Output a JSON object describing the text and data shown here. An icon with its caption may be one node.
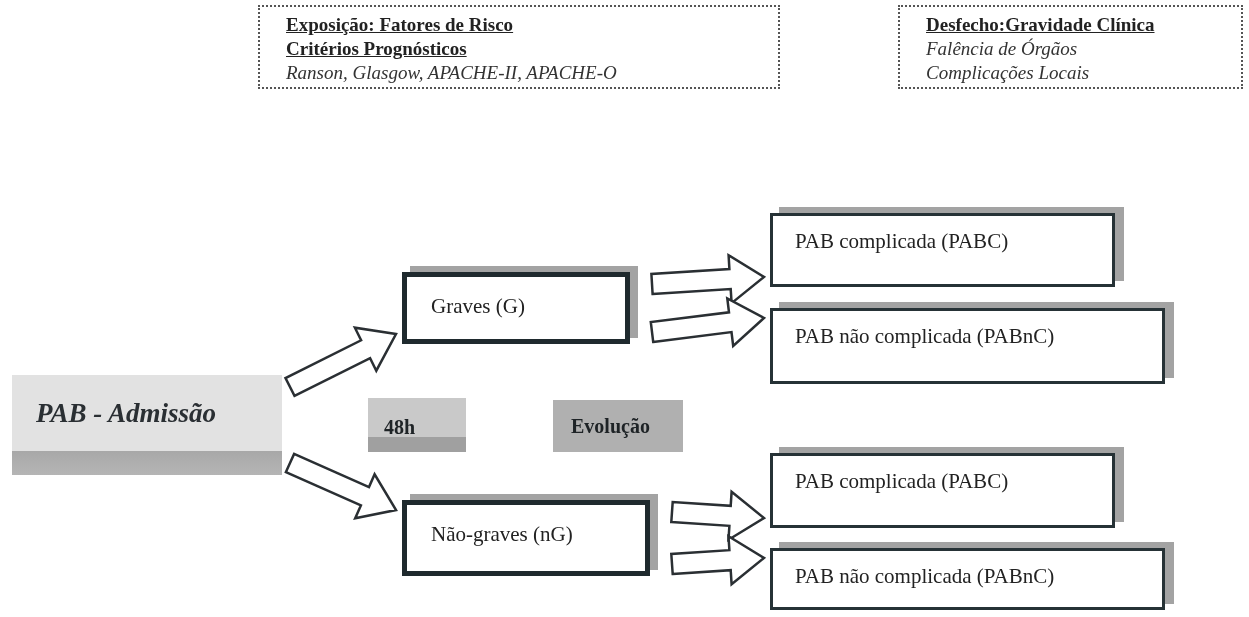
{
  "diagram": {
    "nodes": [
      {
        "text": [
          "Exposição: Fatores de Risco",
          "Critérios Prognósticos",
          "Ranson, Glasgow, APACHE-II, APACHE-O"
        ]
      },
      {
        "text": [
          "Desfecho:Gravidade Clínica",
          "Falência de Órgãos",
          "Complicações Locais"
        ]
      },
      {
        "text": [
          "PAB - Admissão"
        ]
      },
      {
        "text": [
          "48h"
        ]
      },
      {
        "text": [
          "Evolução"
        ]
      },
      {
        "text": [
          "Graves (G)"
        ]
      },
      {
        "text": [
          "Não-graves (nG)"
        ]
      },
      {
        "text": [
          "PAB complicada (PABC)"
        ]
      },
      {
        "text": [
          "PAB não complicada (PABnC)"
        ]
      },
      {
        "text": [
          "PAB complicada (PABC)"
        ]
      },
      {
        "text": [
          "PAB não complicada (PABnC)"
        ]
      }
    ],
    "edges": [
      {
        "from": 2,
        "to": 5,
        "arrow": "to"
      },
      {
        "from": 2,
        "to": 6,
        "arrow": "to"
      },
      {
        "from": 5,
        "to": 7,
        "arrow": "to"
      },
      {
        "from": 5,
        "to": 8,
        "arrow": "to"
      },
      {
        "from": 6,
        "to": 9,
        "arrow": "to"
      },
      {
        "from": 6,
        "to": 10,
        "arrow": "to"
      }
    ]
  }
}
